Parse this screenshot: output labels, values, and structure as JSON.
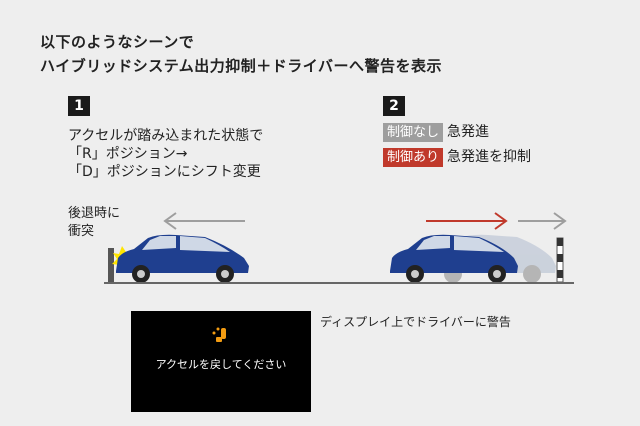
{
  "title": {
    "line1": "以下のようなシーンで",
    "line2": "ハイブリッドシステム出力抑制＋ドライバーへ警告を表示"
  },
  "step1": {
    "number": "1",
    "lines": [
      "アクセルが踏み込まれた状態で",
      "「R」ポジション→",
      "「D」ポジションにシフト変更"
    ],
    "crash_label": [
      "後退時に",
      "衝突"
    ]
  },
  "step2": {
    "number": "2",
    "row1": {
      "badge": "制御なし",
      "text": "急発進",
      "badge_color": "#9e9e9e"
    },
    "row2": {
      "badge": "制御あり",
      "text": "急発進を抑制",
      "badge_color": "#c0392b"
    }
  },
  "display": {
    "message": "アクセルを戻してください",
    "icon": "pedal-warning-icon",
    "caption": "ディスプレイ上でドライバーに警告"
  },
  "colors": {
    "car": "#1f3f8f",
    "arrow_red": "#c0392b",
    "arrow_gray": "#9e9e9e",
    "flash": "#ffe500"
  }
}
